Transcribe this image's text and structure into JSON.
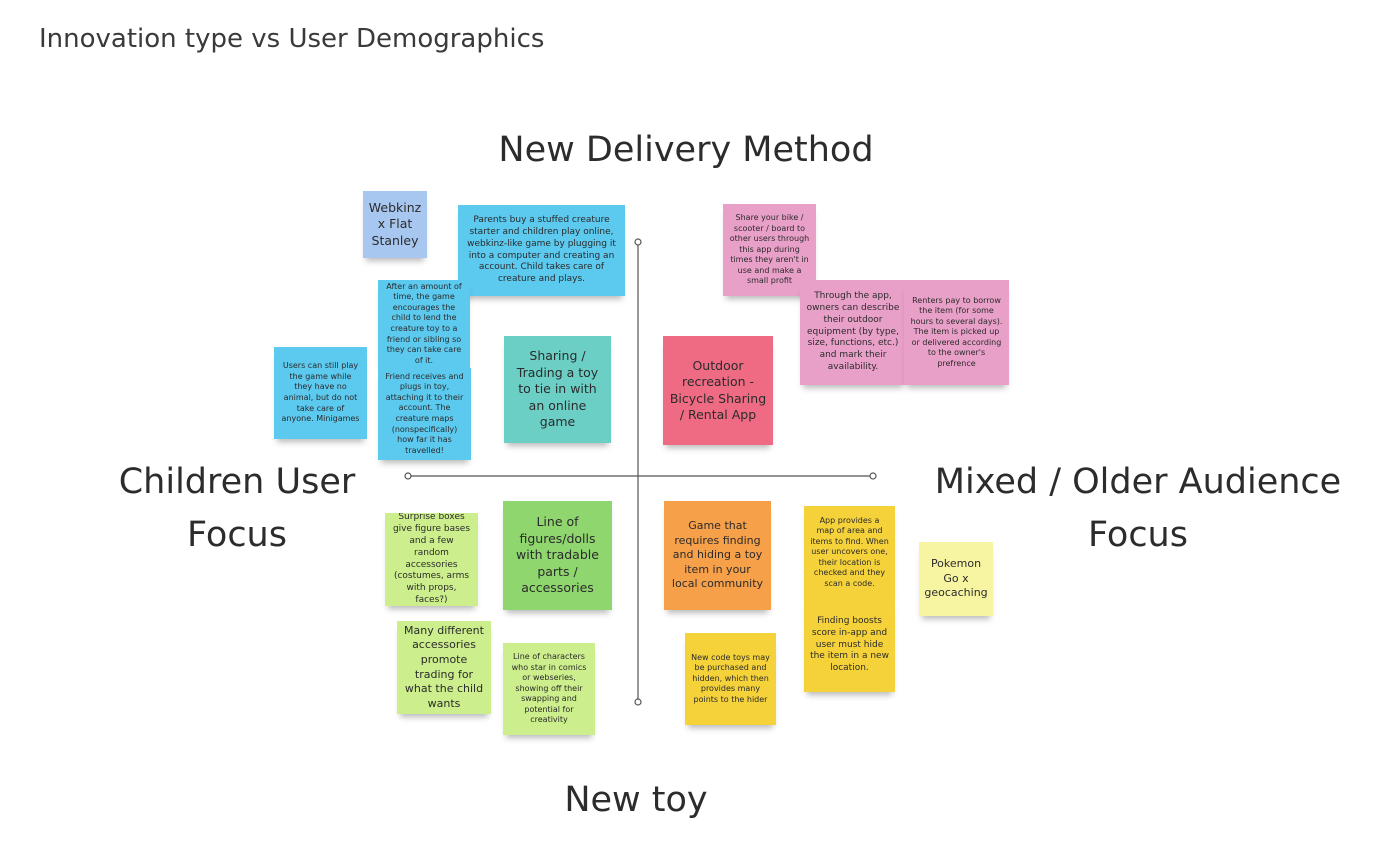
{
  "board": {
    "title": "Innovation type vs User Demographics"
  },
  "axes": {
    "top": "New Delivery Method",
    "bottom": "New toy",
    "left": "Children User\nFocus",
    "right": "Mixed / Older Audience\nFocus"
  },
  "notes": {
    "webkinz_flat_stanley": "Webkinz x Flat Stanley",
    "parents_buy": "Parents buy a stuffed creature starter and children play online, webkinz-like game by plugging it into a computer and creating an account. Child takes care of creature and plays.",
    "after_time": "After an amount of time, the game encourages the child to lend the creature toy to a friend or sibling so they can take care of it.",
    "friend_receives": "Friend receives and plugs in toy, attaching it to their account. The creature maps (nonspecifically) how far it has travelled!",
    "users_can_still": "Users can still play the game while they have no animal, but do not take care of anyone. Minigames",
    "sharing_trading": "Sharing / Trading a toy to tie in with an online game",
    "share_bike": "Share your bike / scooter / board to other users through this app during times they aren't in use and make a small profit",
    "through_app": "Through the app, owners can describe their outdoor equipment (by type, size, functions, etc.) and mark their availability.",
    "renters_pay": "Renters pay to borrow the item (for some hours to several days). The item is picked up or delivered according to the owner's prefrence",
    "outdoor_recreation": "Outdoor recreation - Bicycle Sharing / Rental App",
    "surprise_boxes": "Surprise boxes give figure bases and a few random accessories (costumes, arms with props, faces?)",
    "line_figures": "Line of figures/dolls with tradable parts / accessories",
    "many_accessories": "Many different accessories promote trading for what the child wants",
    "line_characters": "Line of characters who star in comics or webseries, showing off their swapping and potential for creativity",
    "game_requires": "Game that requires  finding and hiding a toy item in your local community",
    "new_code_toys": "New code toys may be purchased and hidden, which then provides many points to the hider",
    "app_provides_map": "App provides a map of area and items to find. When user uncovers one, their location is checked and they scan a code.",
    "finding_boosts": "Finding boosts score in-app and user must hide the item in a new location.",
    "pokemon_go": "Pokemon Go x geocaching"
  },
  "colors": {
    "light_blue": "#a8c7f0",
    "cyan": "#5cc9ef",
    "teal": "#6ccfc6",
    "pink": "#e9a0c8",
    "red": "#ef6b84",
    "light_green": "#ccee8c",
    "green": "#8fd66f",
    "orange": "#f7a04a",
    "yellow": "#f5d23a",
    "pale_yellow": "#f8f5a2",
    "axis_line": "#555555"
  }
}
